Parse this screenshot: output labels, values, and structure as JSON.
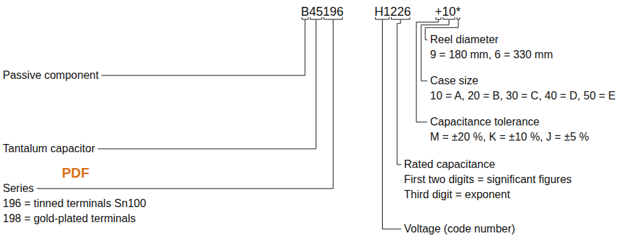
{
  "diagram": {
    "labels": [
      "B45196",
      "H1226",
      "+10*",
      "Reel diameter",
      "9 = 180 mm, 6 = 330 mm",
      "Passive component",
      "Case size",
      "10 = A, 20 = B, 30 = C, 40 = D, 50 = E",
      "Capacitance tolerance",
      "M = ±20 %, K = ±10 %, J = ±5 %",
      "Tantalum capacitor",
      "Rated capacitance",
      "First two digits = significant figures",
      "PDF",
      "Series",
      "Third digit = exponent",
      "196 = tinned terminals Sn100",
      "198 = gold-plated terminals",
      "Voltage (code number)"
    ]
  }
}
